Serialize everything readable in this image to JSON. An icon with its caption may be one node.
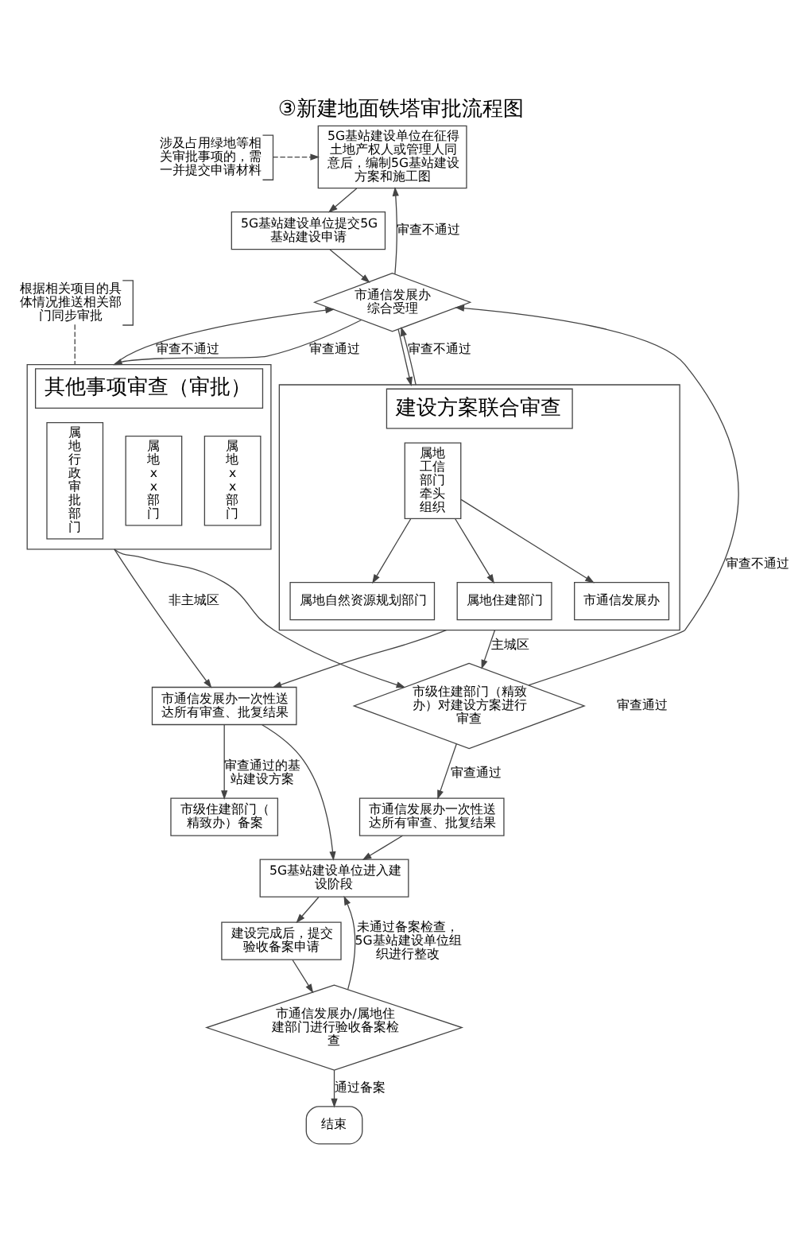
{
  "diagram": {
    "title": "③新建地面铁塔审批流程图",
    "nodes": [
      {
        "text": [
          "涉及占用绿地等相关审批事项的，需一并提交申请材料"
        ]
      },
      {
        "text": [
          "5G基站建设单位在征得土地产权人或管理人同意后，编制5G基站建设方案和施工图"
        ]
      },
      {
        "text": [
          "5G基站建设单位提交5G基站建设申请"
        ]
      },
      {
        "text": [
          "市通信发展办综合受理"
        ]
      },
      {
        "text": [
          "根据相关项目的具体情况推送相关部门同步审批"
        ]
      },
      {
        "text": [
          "其他事项审查（审批）"
        ]
      },
      {
        "text": [
          "属地xx部门"
        ],
        "in": 5
      },
      {
        "text": [
          "属地xx部门"
        ],
        "in": 5
      },
      {
        "text": [
          "属地行政审批部门"
        ],
        "in": 5
      },
      {
        "text": [
          "建设方案联合审查"
        ]
      },
      {
        "text": [
          "属地自然资源规划部门"
        ],
        "in": 9
      },
      {
        "text": [
          "属地工信部门牵头组织"
        ],
        "in": 9
      },
      {
        "text": [
          "属地住建部门"
        ],
        "in": 9
      },
      {
        "text": [
          "市通信发展办"
        ],
        "in": 9
      },
      {
        "text": [
          "市级住建部门（精致办）备案"
        ]
      },
      {
        "text": [
          "市通信发展办一次性送达所有审查、批复结果"
        ]
      },
      {
        "text": [
          "市级住建部门（精致办）对建设方案进行审查"
        ]
      },
      {
        "text": [
          "市通信发展办一次性送达所有审查、批复结果"
        ]
      },
      {
        "text": [
          "5G基站建设单位进入建设阶段"
        ]
      },
      {
        "text": [
          "建设完成后，提交验收备案申请"
        ]
      },
      {
        "text": [
          "市通信发展办/属地住建部门进行验收备案检查"
        ]
      },
      {
        "text": [
          "结束"
        ]
      }
    ],
    "edges": [
      {
        "from": 0,
        "to": 1,
        "arrow": "to",
        "style": "dashed"
      },
      {
        "from": 1,
        "to": 2,
        "arrow": "to"
      },
      {
        "from": 2,
        "to": 3,
        "arrow": "to"
      },
      {
        "from": 3,
        "to": 1,
        "arrow": "to",
        "label": "审查不通过"
      },
      {
        "from": 3,
        "to": 5,
        "arrow": "to",
        "label": "审查通过"
      },
      {
        "from": 3,
        "to": 9,
        "arrow": "to"
      },
      {
        "from": 5,
        "to": 3,
        "arrow": "to",
        "label": "审查不通过"
      },
      {
        "from": 9,
        "to": 3,
        "arrow": "to",
        "label": "审查不通过"
      },
      {
        "from": 4,
        "to": 5,
        "arrow": "none",
        "style": "dashed"
      },
      {
        "from": 11,
        "to": 10,
        "arrow": "to"
      },
      {
        "from": 11,
        "to": 12,
        "arrow": "to"
      },
      {
        "from": 11,
        "to": 13,
        "arrow": "to"
      },
      {
        "from": 5,
        "to": 15,
        "arrow": "to",
        "label": "非主城区"
      },
      {
        "from": 5,
        "to": 16,
        "arrow": "to"
      },
      {
        "from": 9,
        "to": 15,
        "arrow": "to"
      },
      {
        "from": 9,
        "to": 16,
        "arrow": "to",
        "label": "主城区"
      },
      {
        "from": 15,
        "to": 14,
        "arrow": "to",
        "label": "审查通过的基站建设方案"
      },
      {
        "from": 16,
        "to": 17,
        "arrow": "to",
        "label": "审查通过"
      },
      {
        "from": 16,
        "to": 3,
        "arrow": "to",
        "label": "审查不通过"
      },
      {
        "from": 15,
        "to": 18,
        "arrow": "to"
      },
      {
        "from": 17,
        "to": 18,
        "arrow": "to"
      },
      {
        "from": 18,
        "to": 19,
        "arrow": "to"
      },
      {
        "from": 19,
        "to": 20,
        "arrow": "to"
      },
      {
        "from": 20,
        "to": 18,
        "arrow": "to",
        "label": "未通过备案检查，5G基站建设单位组织进行整改"
      },
      {
        "from": 20,
        "to": 21,
        "arrow": "to",
        "label": "通过备案"
      }
    ],
    "labels": [
      "审查通过"
    ]
  }
}
